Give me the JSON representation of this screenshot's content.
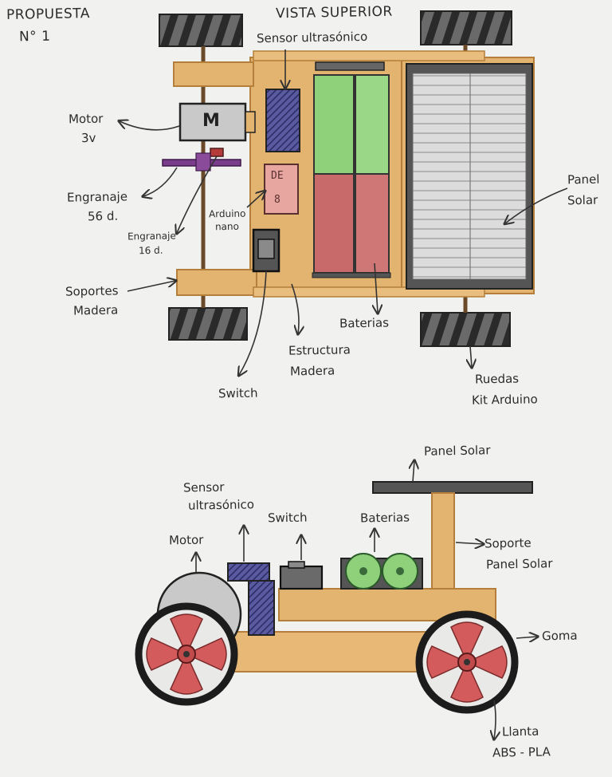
{
  "header": {
    "title_line1": "PROPUESTA",
    "title_line2": "N° 1",
    "view_title": "VISTA SUPERIOR"
  },
  "top_view": {
    "sensor": "Sensor ultrasónico",
    "motor_line1": "Motor",
    "motor_line2": "3v",
    "motor_letter": "M",
    "gear56_line1": "Engranaje",
    "gear56_line2": "56 d.",
    "gear16_line1": "Engranaje",
    "gear16_line2": "16 d.",
    "arduino_line1": "Arduino",
    "arduino_line2": "nano",
    "arduino_chip_line1": "DE",
    "arduino_chip_line2": "8",
    "soportes_line1": "Soportes",
    "soportes_line2": "Madera",
    "baterias": "Baterias",
    "estructura_line1": "Estructura",
    "estructura_line2": "Madera",
    "switch": "Switch",
    "ruedas_line1": "Ruedas",
    "ruedas_line2": "Kit Arduino",
    "panel_line1": "Panel",
    "panel_line2": "Solar"
  },
  "side_view": {
    "panel": "Panel Solar",
    "sensor_line1": "Sensor",
    "sensor_line2": "ultrasónico",
    "switch": "Switch",
    "baterias": "Baterias",
    "motor": "Motor",
    "soporte_line1": "Soporte",
    "soporte_line2": "Panel Solar",
    "goma": "Goma",
    "llanta_line1": "Llanta",
    "llanta_line2": "ABS - PLA"
  },
  "colors": {
    "wood": "#e3b470",
    "wood_dark": "#c98f3f",
    "tire": "#5a5a5a",
    "tire_dark": "#1c1c1c",
    "battery_green": "#8fd07a",
    "battery_red": "#c96a6a",
    "sensor": "#4b4a8a",
    "gear": "#7a3d8c",
    "panel": "#d8d8d8",
    "wheel_red": "#d35b5b"
  }
}
